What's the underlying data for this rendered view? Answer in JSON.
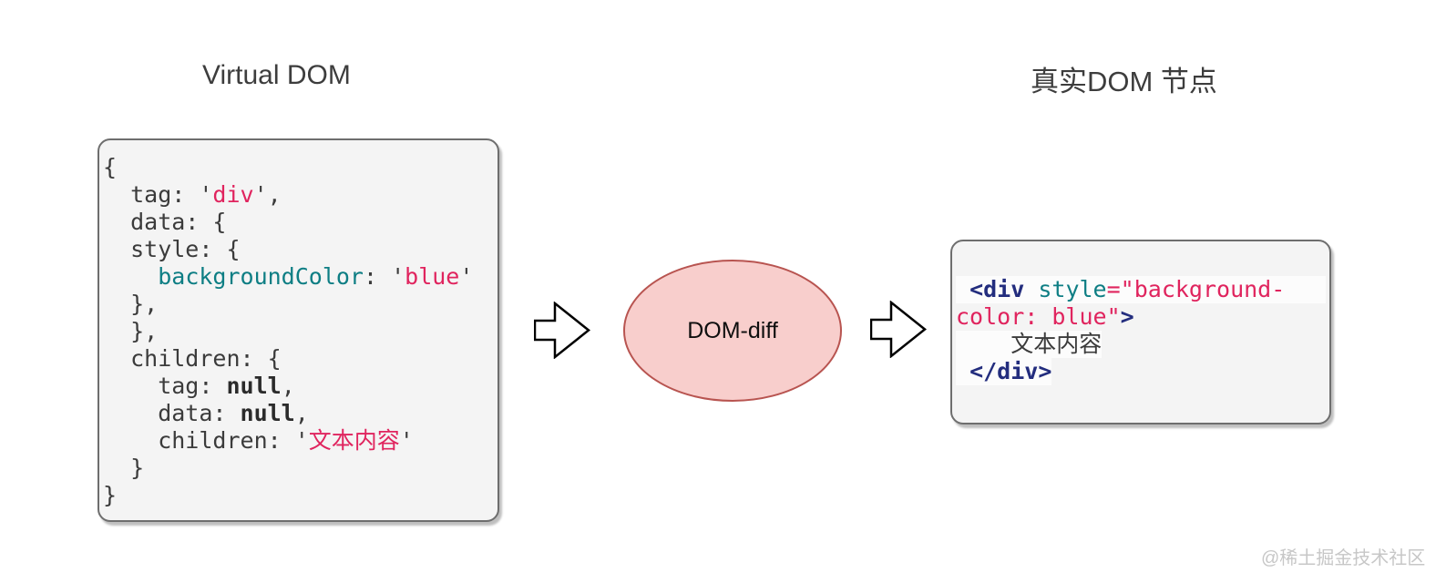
{
  "titles": {
    "left": "Virtual DOM",
    "right": "真实DOM 节点"
  },
  "process": {
    "label": "DOM-diff"
  },
  "virtual_dom_code": {
    "lines": [
      {
        "seg": [
          {
            "t": "{",
            "c": "d"
          }
        ]
      },
      {
        "seg": [
          {
            "t": "  tag: '",
            "c": "d"
          },
          {
            "t": "div",
            "c": "r"
          },
          {
            "t": "',",
            "c": "d"
          }
        ]
      },
      {
        "seg": [
          {
            "t": "  data: {",
            "c": "d"
          }
        ]
      },
      {
        "seg": [
          {
            "t": "  style: {",
            "c": "d"
          }
        ]
      },
      {
        "seg": [
          {
            "t": "    ",
            "c": "d"
          },
          {
            "t": "backgroundColor",
            "c": "t"
          },
          {
            "t": ": '",
            "c": "d"
          },
          {
            "t": "blue",
            "c": "r"
          },
          {
            "t": "'",
            "c": "d"
          }
        ]
      },
      {
        "seg": [
          {
            "t": "  },",
            "c": "d"
          }
        ]
      },
      {
        "seg": [
          {
            "t": "  },",
            "c": "d"
          }
        ]
      },
      {
        "seg": [
          {
            "t": "  children: {",
            "c": "d"
          }
        ]
      },
      {
        "seg": [
          {
            "t": "    tag: ",
            "c": "d"
          },
          {
            "t": "null",
            "c": "b"
          },
          {
            "t": ",",
            "c": "d"
          }
        ]
      },
      {
        "seg": [
          {
            "t": "    data: ",
            "c": "d"
          },
          {
            "t": "null",
            "c": "b"
          },
          {
            "t": ",",
            "c": "d"
          }
        ]
      },
      {
        "seg": [
          {
            "t": "    children: '",
            "c": "d"
          },
          {
            "t": "文本内容",
            "c": "r"
          },
          {
            "t": "'",
            "c": "d"
          }
        ]
      },
      {
        "seg": [
          {
            "t": "  }",
            "c": "d"
          }
        ]
      },
      {
        "seg": [
          {
            "t": "}",
            "c": "d"
          }
        ]
      }
    ]
  },
  "real_dom_code": {
    "lines": [
      {
        "hl": "stretch",
        "seg": [
          {
            "t": " ",
            "c": "d"
          },
          {
            "t": "<div",
            "c": "n"
          },
          {
            "t": " ",
            "c": "d"
          },
          {
            "t": "style",
            "c": "t"
          },
          {
            "t": "=\"background-",
            "c": "r"
          }
        ]
      },
      {
        "seg": [
          {
            "t": "color: blue\"",
            "c": "r"
          },
          {
            "t": ">",
            "c": "n"
          }
        ]
      },
      {
        "hl": "inline",
        "seg": [
          {
            "t": "    文本内容",
            "c": "d"
          }
        ]
      },
      {
        "hl": "inline",
        "seg": [
          {
            "t": " ",
            "c": "d"
          },
          {
            "t": "</div>",
            "c": "n"
          }
        ]
      }
    ]
  },
  "watermark": "@稀土掘金技术社区",
  "colors": {
    "dark": "#3b3b3b",
    "red": "#e0245e",
    "teal": "#0e7e84",
    "navy": "#232d7e",
    "ellipse_fill": "#f8cecc",
    "ellipse_stroke": "#b85450"
  }
}
